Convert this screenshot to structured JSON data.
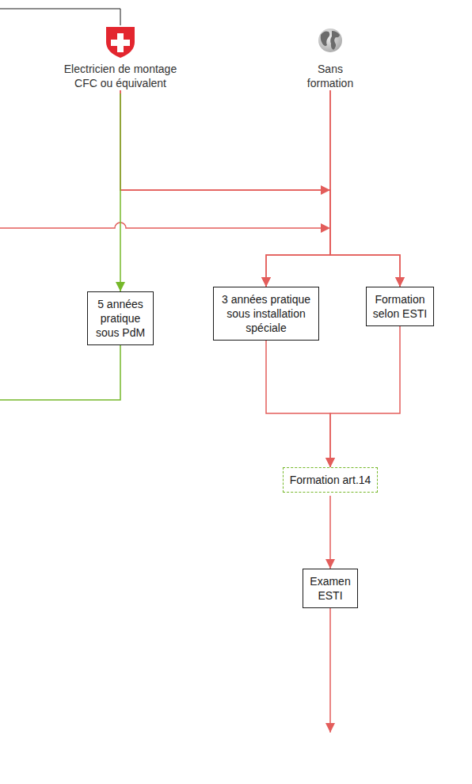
{
  "diagram": {
    "nodes": [
      {
        "text": [
          "Electricien de montage CFC ou équivalent"
        ]
      },
      {
        "text": [
          "Sans formation"
        ]
      },
      {
        "text": [
          "5 années pratique sous PdM"
        ]
      },
      {
        "text": [
          "3 années pratique sous installation spéciale"
        ]
      },
      {
        "text": [
          "Formation selon ESTI"
        ]
      },
      {
        "text": [
          "Formation art.14"
        ]
      },
      {
        "text": [
          "Examen ESTI"
        ]
      }
    ],
    "edges": [
      {
        "from": 0,
        "to": 2,
        "arrow": "to"
      },
      {
        "from": 0,
        "to": 3,
        "arrow": "to"
      },
      {
        "from": 0,
        "to": 4,
        "arrow": "to"
      },
      {
        "from": 1,
        "to": 3,
        "arrow": "to"
      },
      {
        "from": 1,
        "to": 4,
        "arrow": "to"
      },
      {
        "from": 3,
        "to": 5,
        "arrow": "to"
      },
      {
        "from": 4,
        "to": 5,
        "arrow": "to"
      },
      {
        "from": 5,
        "to": 6,
        "arrow": "to"
      }
    ]
  }
}
